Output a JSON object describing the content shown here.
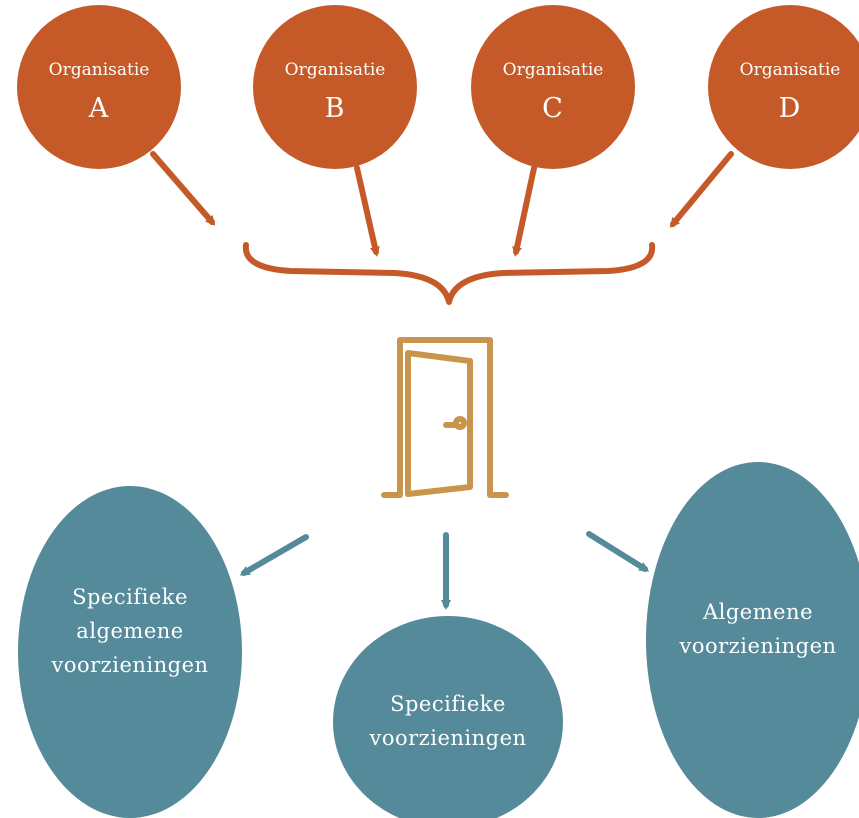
{
  "colors": {
    "organisation": "#C55A28",
    "door": "#C9954C",
    "outcome": "#548A99",
    "text": "#FFFFFF"
  },
  "icons": {
    "door": "open-door-icon",
    "bracket": "curly-brace-icon",
    "arrow": "arrow-icon"
  },
  "organisations": [
    {
      "title": "Organisatie",
      "letter": "A"
    },
    {
      "title": "Organisatie",
      "letter": "B"
    },
    {
      "title": "Organisatie",
      "letter": "C"
    },
    {
      "title": "Organisatie",
      "letter": "D"
    }
  ],
  "outcomes": [
    {
      "lines": [
        "Specifieke",
        "algemene",
        "voorzieningen"
      ]
    },
    {
      "lines": [
        "Specifieke",
        "voorzieningen"
      ]
    },
    {
      "lines": [
        "Algemene",
        "voorzieningen"
      ]
    }
  ]
}
